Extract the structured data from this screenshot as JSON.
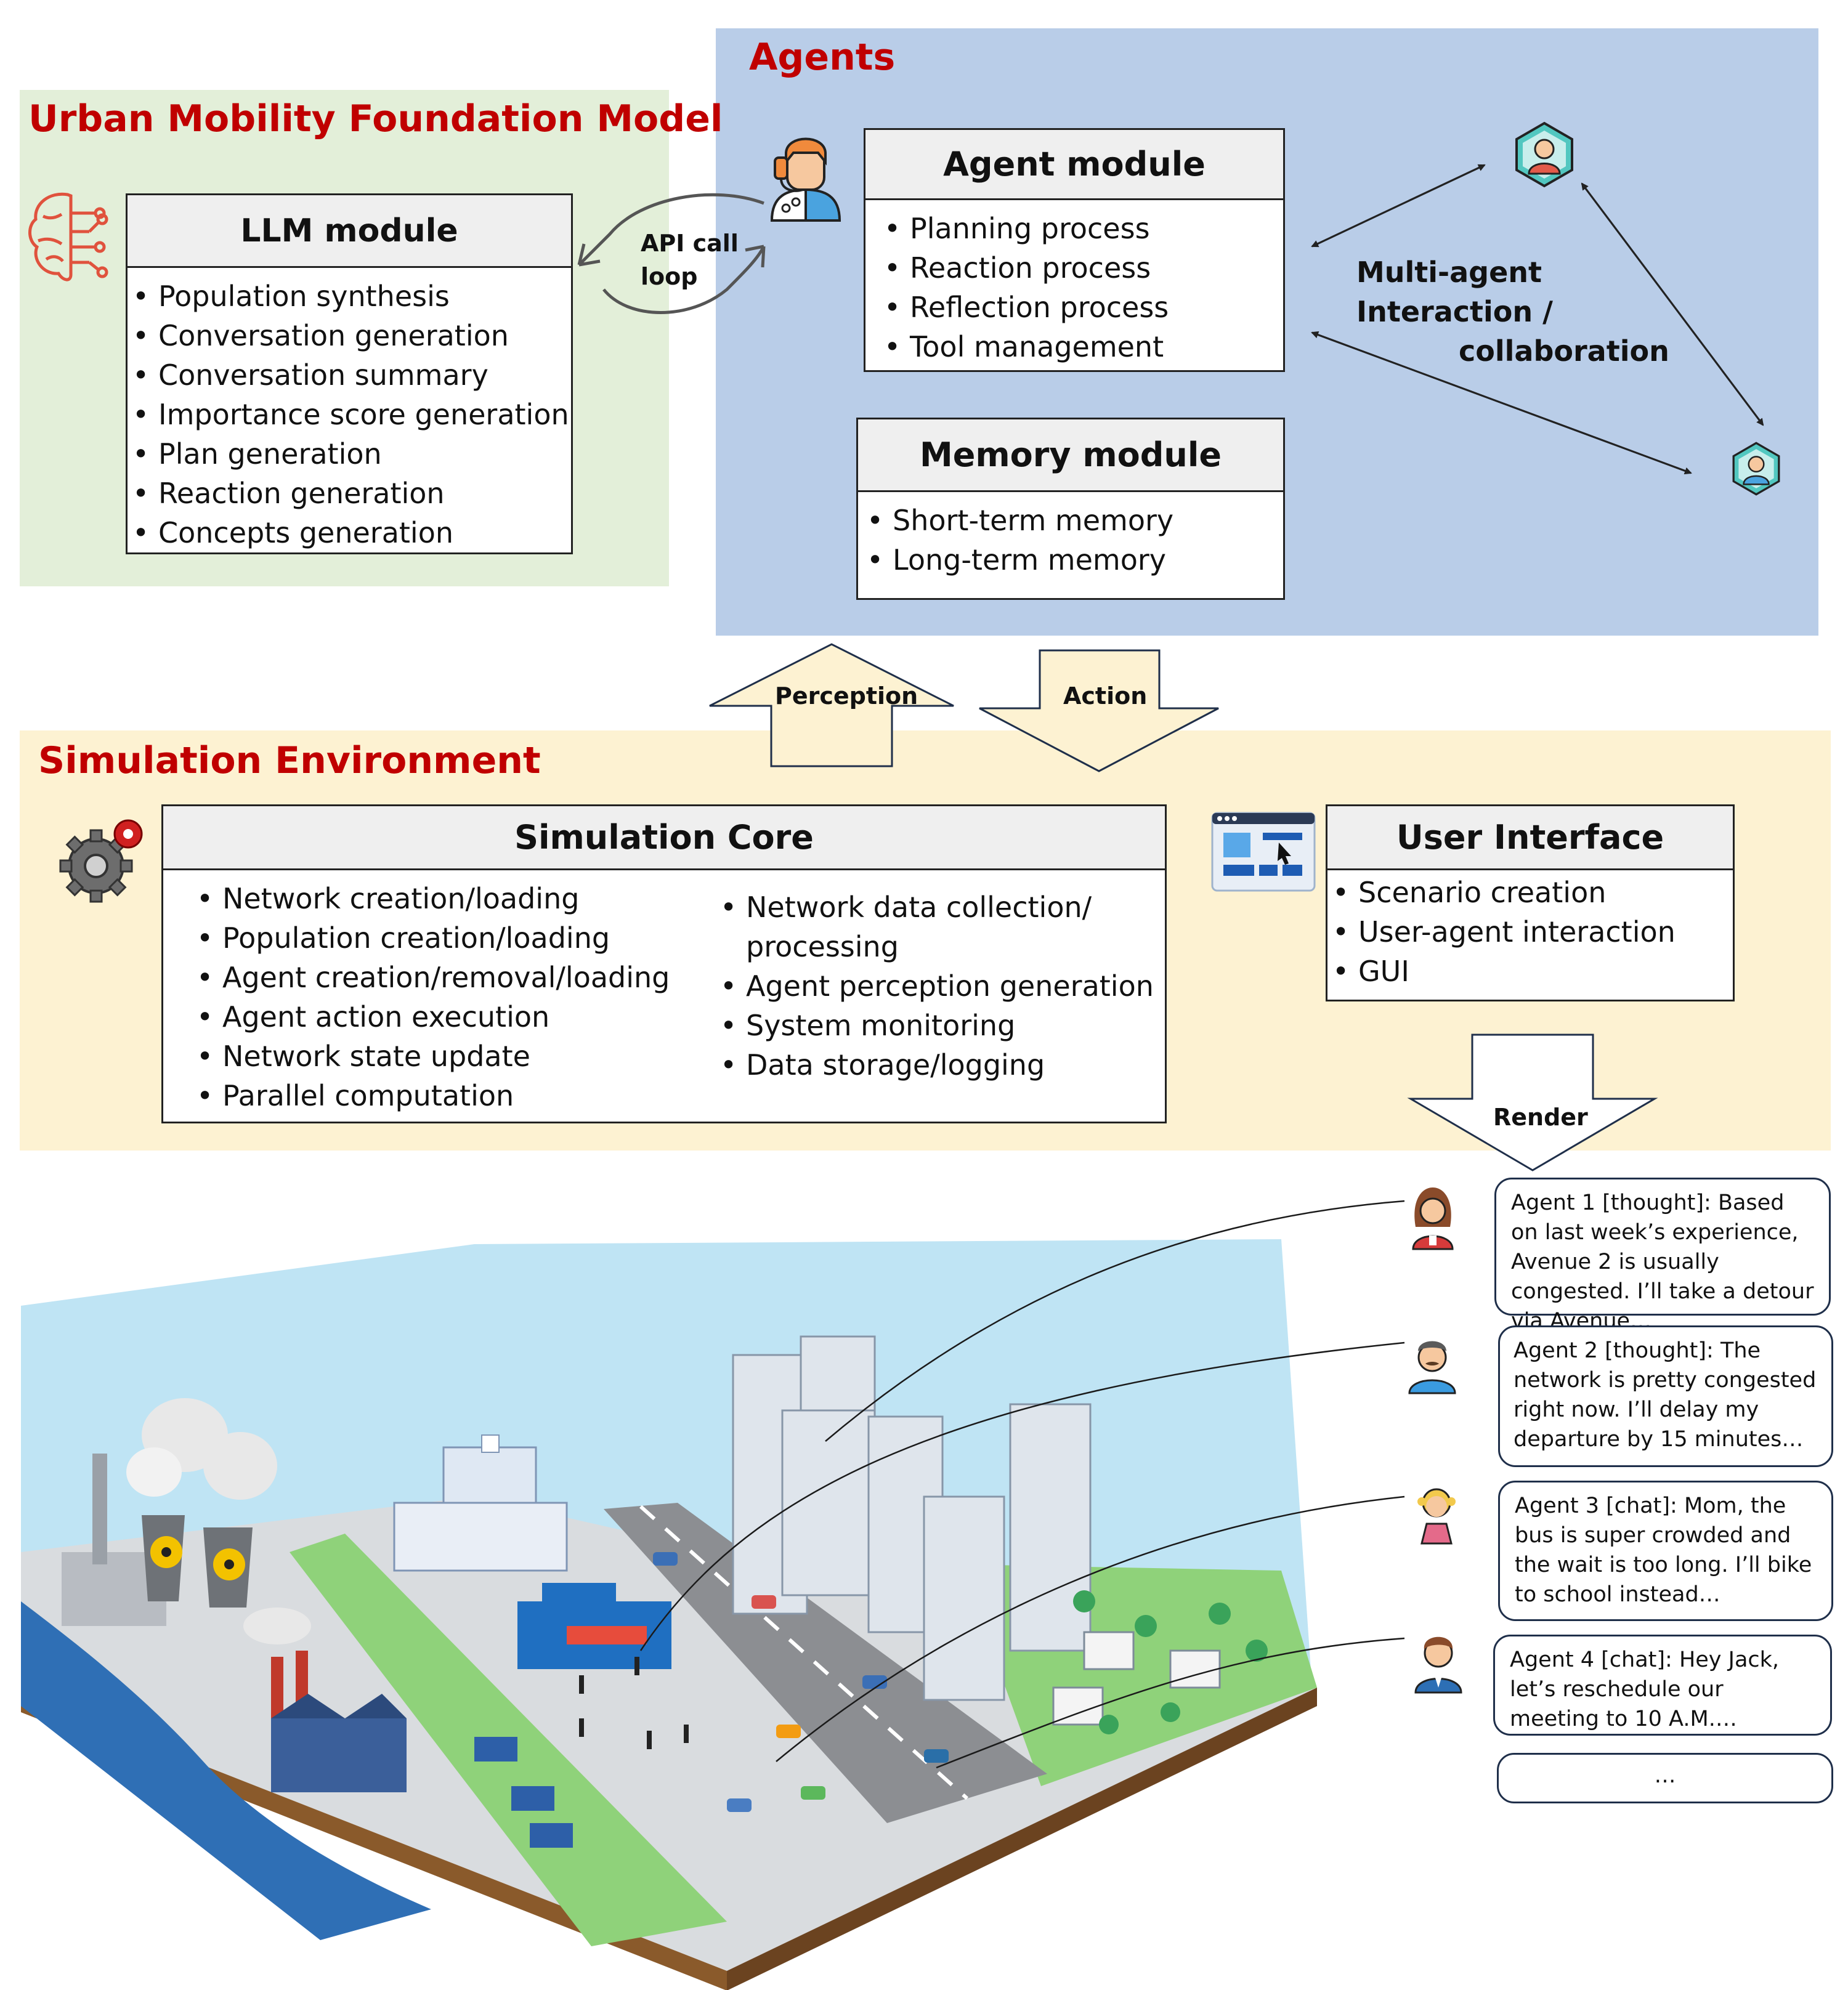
{
  "foundation": {
    "title": "Urban Mobility Foundation Model",
    "llm_module": {
      "title": "LLM module",
      "items": [
        "Population synthesis",
        "Conversation generation",
        "Conversation summary",
        "Importance score generation",
        "Plan generation",
        "Reaction generation",
        "Concepts generation"
      ]
    }
  },
  "api_loop": {
    "line1": "API call",
    "line2": "loop"
  },
  "agents": {
    "title": "Agents",
    "agent_module": {
      "title": "Agent module",
      "items": [
        "Planning process",
        "Reaction process",
        "Reflection process",
        "Tool management"
      ]
    },
    "memory_module": {
      "title": "Memory module",
      "items": [
        "Short-term memory",
        "Long-term memory"
      ]
    },
    "multi_agent": {
      "line1": "Multi-agent",
      "line2": "Interaction /",
      "line3": "collaboration"
    }
  },
  "arrows": {
    "perception": "Perception",
    "action": "Action",
    "render": "Render"
  },
  "simulation": {
    "title": "Simulation Environment",
    "core": {
      "title": "Simulation Core",
      "left_items": [
        "Network creation/loading",
        "Population creation/loading",
        "Agent creation/removal/loading",
        "Agent action execution",
        "Network state update",
        "Parallel computation"
      ],
      "right_item_1_line1": "Network data collection/",
      "right_item_1_line2": "processing",
      "right_items": [
        "Agent perception generation",
        "System monitoring",
        "Data storage/logging"
      ]
    },
    "ui": {
      "title": "User Interface",
      "items": [
        "Scenario creation",
        "User-agent interaction",
        "GUI"
      ]
    }
  },
  "bubbles": [
    {
      "text": "Agent 1 [thought]: Based on last week’s experience, Avenue 2 is usually congested. I’ll take a detour via Avenue…"
    },
    {
      "text": "Agent 2 [thought]: The network is pretty congested right now. I’ll delay my departure by 15 minutes…"
    },
    {
      "text": "Agent 3 [chat]: Mom, the bus is super crowded and the wait is too long. I’ll bike to school instead…"
    },
    {
      "text": "Agent 4 [chat]: Hey Jack, let’s reschedule our meeting to 10 A.M.…"
    },
    {
      "text": "…"
    }
  ],
  "colors": {
    "foundation_bg": "#e3efd9",
    "agents_bg": "#b9cde8",
    "simulation_bg": "#fdf2d2",
    "title_red": "#c00000"
  },
  "icons": [
    "brain-circuit-icon",
    "ai-agent-person-icon",
    "gear-icon",
    "gui-window-icon",
    "person-hexagon-icon",
    "person-hexagon-icon",
    "woman-avatar-icon",
    "man-mustache-avatar-icon",
    "girl-avatar-icon",
    "man-avatar-icon"
  ]
}
